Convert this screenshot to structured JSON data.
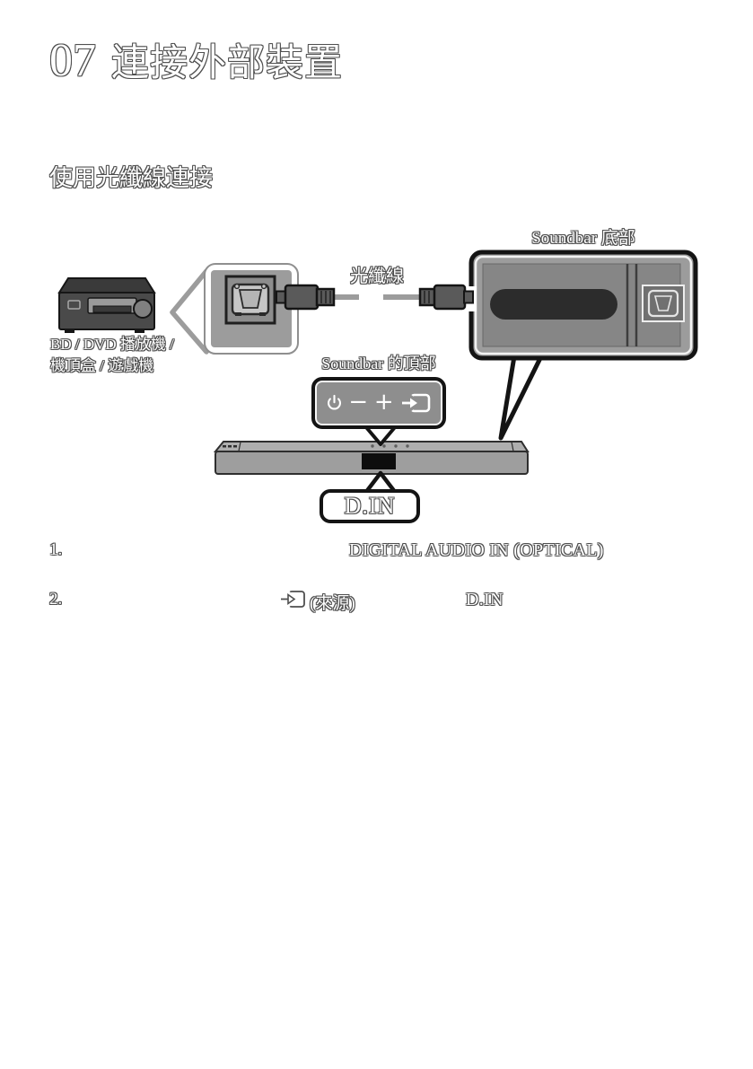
{
  "header": {
    "chapter_number": "07",
    "chapter_title": "連接外部裝置"
  },
  "section": {
    "title": "使用光纖線連接"
  },
  "diagram": {
    "soundbar_bottom_label": "Soundbar 底部",
    "optical_cable_label": "光纖線",
    "source_device_label_line1": "BD / DVD 播放機 /",
    "source_device_label_line2": "機頂盒 / 遊戲機",
    "soundbar_top_label": "Soundbar 的頂部",
    "control_panel": {
      "minus_label": "−",
      "plus_label": "+"
    },
    "din_callout_label": "D.IN",
    "icons": {
      "power": "power-icon",
      "volume_down": "−",
      "volume_up": "+",
      "source": "arrow-into-box",
      "optical_port": "toslink-port",
      "optical_plug": "toslink-plug"
    },
    "colors": {
      "page_background": "#ffffff",
      "callout_gray": "#9c9c9c",
      "panel_gray": "#868686",
      "recess_dark": "#2c2c2c",
      "device_dark": "#454545",
      "soundbar_gray": "#9e9e9e",
      "outline_black": "#141414",
      "text_outline": "#4f4f4f"
    }
  },
  "steps": [
    {
      "number": "1.",
      "connector_label": "DIGITAL AUDIO IN (OPTICAL)"
    },
    {
      "number": "2.",
      "source_icon_label": "(來源)",
      "mode_label": "D.IN"
    }
  ]
}
